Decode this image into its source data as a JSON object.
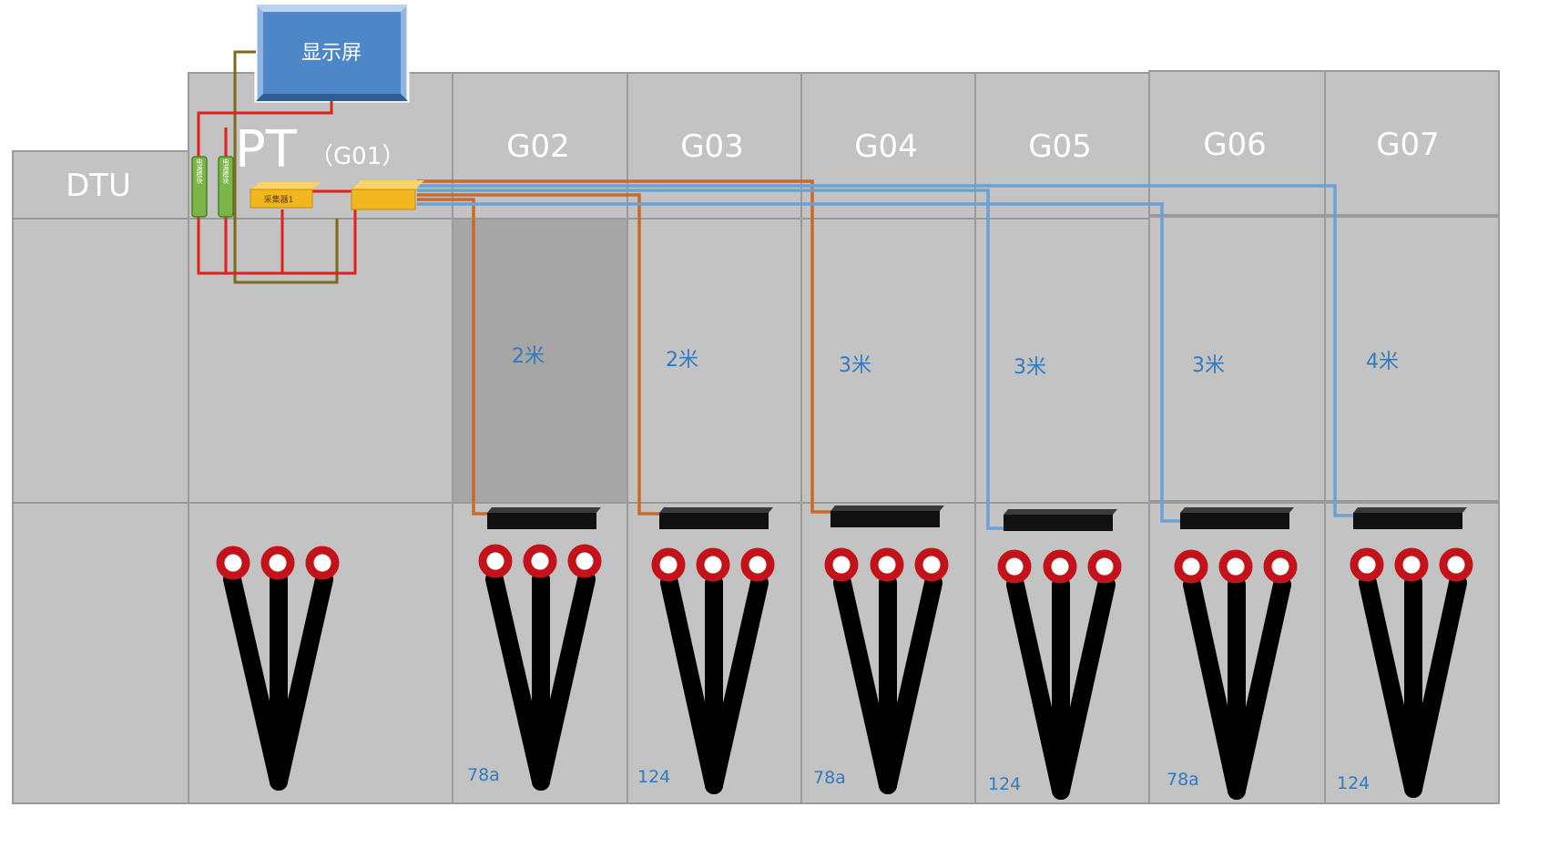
{
  "display": {
    "label": "显示屏"
  },
  "dtu": {
    "label": "DTU"
  },
  "pt": {
    "label": "PT",
    "sub": "（G01）"
  },
  "modules": {
    "power_label": "电源模块",
    "collector_label": "采集器1",
    "relay_label": ""
  },
  "cabinets": [
    {
      "id": "G02",
      "distance": "2米",
      "model": "78a"
    },
    {
      "id": "G03",
      "distance": "2米",
      "model": "124"
    },
    {
      "id": "G04",
      "distance": "3米",
      "model": "78a"
    },
    {
      "id": "G05",
      "distance": "3米",
      "model": "124"
    },
    {
      "id": "G06",
      "distance": "3米",
      "model": "78a"
    },
    {
      "id": "G07",
      "distance": "4米",
      "model": "124"
    }
  ],
  "colors": {
    "panel": "#c3c3c3",
    "panel_dark": "#a6a6a6",
    "panel_border": "#9a9a9a",
    "display_blue": "#4d87c7",
    "wire_orange": "#c96a2a",
    "wire_blue": "#6aa2d6",
    "wire_red": "#e0201a",
    "wire_olive": "#7a6a1c",
    "ring_red": "#c4121a",
    "module_green": "#7cb64a",
    "module_yellow": "#f2b71e"
  }
}
